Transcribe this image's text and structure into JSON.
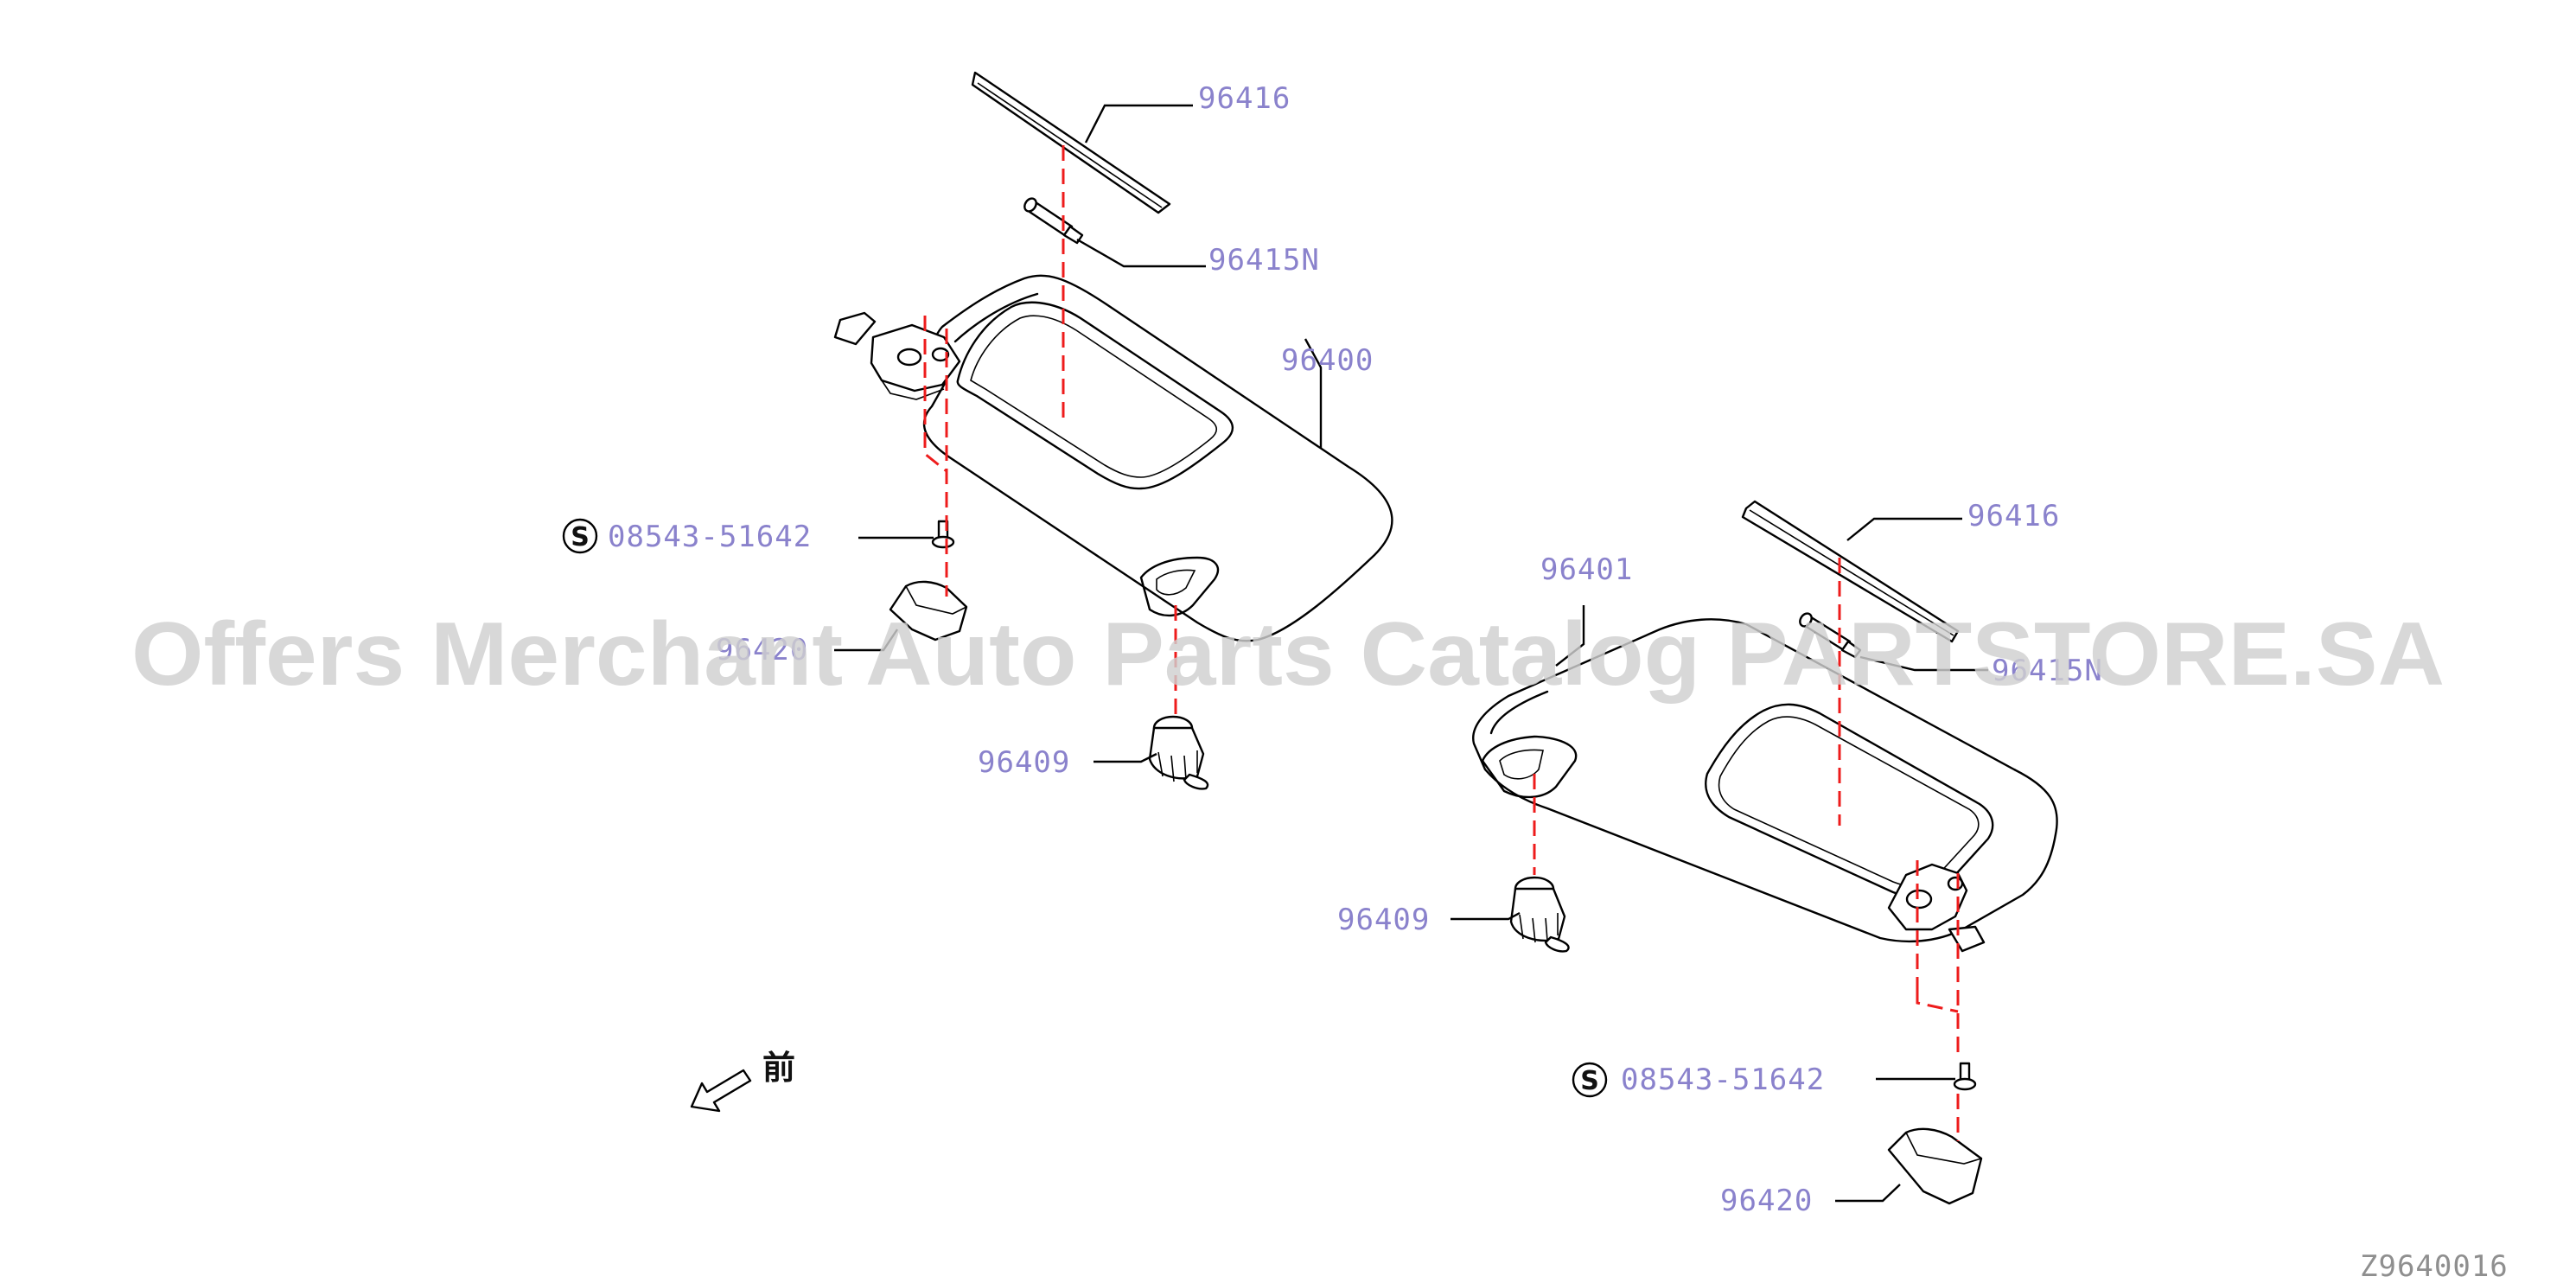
{
  "parts": {
    "upper_strip_left": "96416",
    "pin_left": "96415N",
    "visor_left": "96400",
    "screw_left": "08543-51642",
    "cover_left": "96420",
    "holder_left": "96409",
    "upper_strip_right": "96416",
    "visor_right": "96401",
    "pin_right": "96415N",
    "holder_right": "96409",
    "screw_right": "08543-51642",
    "cover_right": "96420"
  },
  "standard_part_symbol": "S",
  "front_indicator": "前",
  "diagram_code": "Z9640016",
  "watermark": "Offers Merchant Auto Parts Catalog PARTSTORE.SA",
  "colors": {
    "label": "#8a82cc",
    "dashed_guide": "#ee1c1c",
    "linework": "#000000",
    "watermark": "#cfcfcf"
  }
}
